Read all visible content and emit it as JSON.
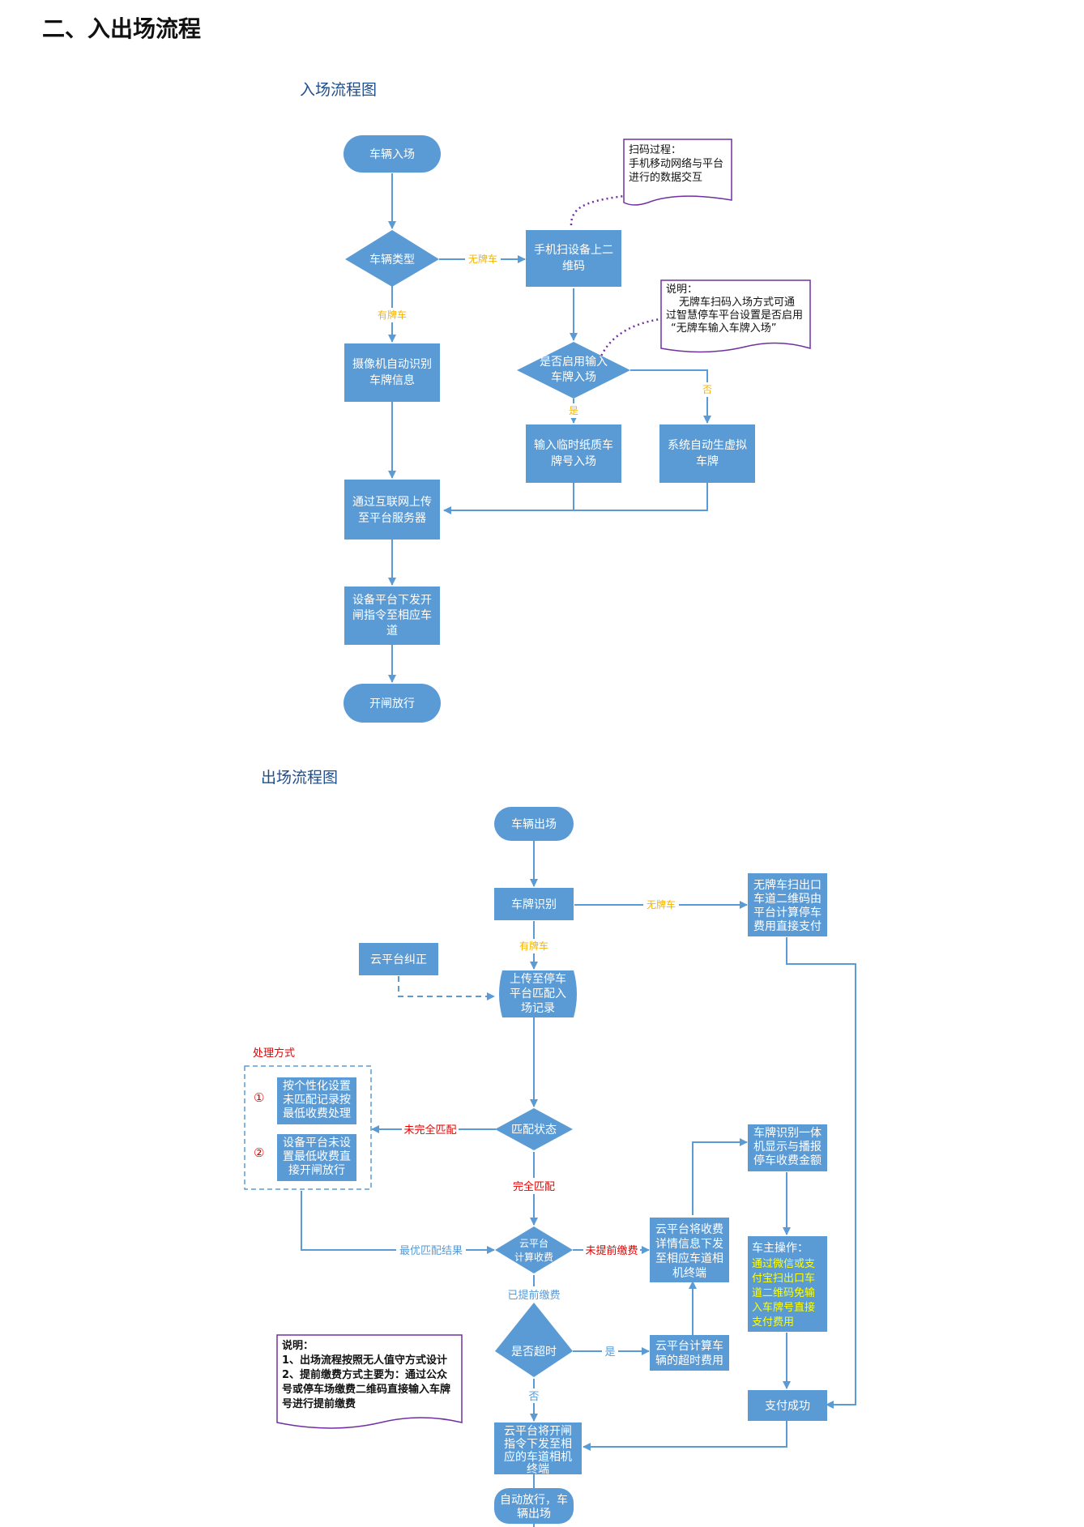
{
  "title": "二、入出场流程",
  "entry": {
    "heading": "入场流程图",
    "start": "车辆入场",
    "vehicle_type": "车辆类型",
    "no_plate_label": "无牌车",
    "has_plate_label": "有牌车",
    "scan_qr": [
      "手机扫设备上二",
      "维码"
    ],
    "camera": [
      "摄像机自动识别",
      "车牌信息"
    ],
    "enable_check": [
      "是否启用输入",
      "车牌入场"
    ],
    "yes_label": "是",
    "no_label": "否",
    "input_paper": [
      "输入临时纸质车",
      "牌号入场"
    ],
    "virtual_plate": [
      "系统自动生虚拟",
      "车牌"
    ],
    "upload": [
      "通过互联网上传",
      "至平台服务器"
    ],
    "issue_cmd": [
      "设备平台下发开",
      "闸指令至相应车",
      "道"
    ],
    "open_gate": "开闸放行",
    "note_scan": [
      "扫码过程：",
      "手机移动网络与平台",
      "进行的数据交互"
    ],
    "note_explain": [
      "说明：",
      "无牌车扫码入场方式可通",
      "过智慧停车平台设置是否启用",
      "“无牌车输入车牌入场”"
    ]
  },
  "exit": {
    "heading": "出场流程图",
    "start": "车辆出场",
    "plate_recog": "车牌识别",
    "no_plate_label": "无牌车",
    "has_plate_label": "有牌车",
    "no_plate_box": [
      "无牌车扫出口",
      "车道二维码由",
      "平台计算停车",
      "费用直接支付"
    ],
    "cloud_fix": "云平台纠正",
    "upload_match": [
      "上传至停车",
      "平台匹配入",
      "场记录"
    ],
    "handle_title": "处理方式",
    "circle1": "①",
    "circle2": "②",
    "opt1": [
      "按个性化设置",
      "未匹配记录按",
      "最低收费处理"
    ],
    "opt2": [
      "设备平台未设",
      "置最低收费直",
      "接开闸放行"
    ],
    "not_full_match": "未完全匹配",
    "match_state": "匹配状态",
    "full_match": "完全匹配",
    "best_match": "最优匹配结果",
    "cloud_calc": [
      "云平台",
      "计算收费"
    ],
    "not_prepaid": "未提前缴费",
    "cloud_send": [
      "云平台将收费",
      "详情信息下发",
      "至相应车道相",
      "机终端"
    ],
    "display_fee": [
      "车牌识别一体",
      "机显示与播报",
      "停车收费金额"
    ],
    "owner_op_title": "车主操作：",
    "owner_op": [
      "通过微信或支",
      "付宝扫出口车",
      "道二维码免输",
      "入车牌号直接",
      "支付费用"
    ],
    "prepaid": "已提前缴费",
    "timeout": "是否超时",
    "yes_label": "是",
    "no_label": "否",
    "calc_timeout": [
      "云平台计算车",
      "辆的超时费用"
    ],
    "pay_ok": "支付成功",
    "open_cmd": [
      "云平台将开闸",
      "指令下发至相",
      "应的车道相机",
      "终端"
    ],
    "release": [
      "自动放行，车",
      "辆出场"
    ],
    "note": [
      "说明：",
      "1、出场流程按照无人值守方式设计",
      "2、提前缴费方式主要为：通过公众",
      "号或停车场缴费二维码直接输入车牌",
      "号进行提前缴费"
    ]
  },
  "colors": {
    "node": "#5b9bd5",
    "orange": "#f4b400",
    "red": "#e60000",
    "purple": "#7030a0",
    "yellow": "#ffff00"
  }
}
